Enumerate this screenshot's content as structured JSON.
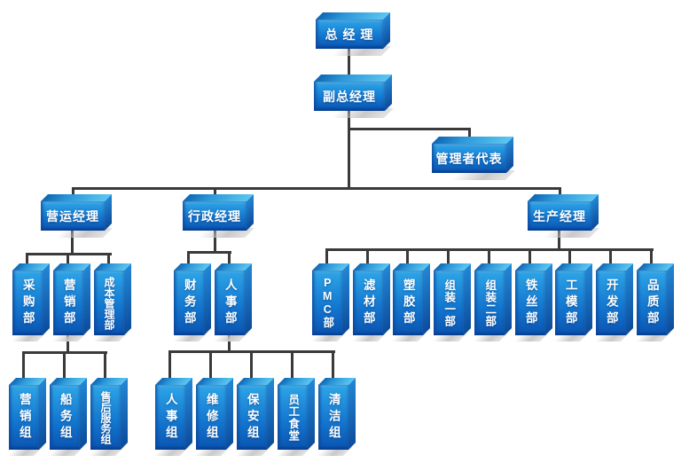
{
  "chart_type": "org-chart",
  "colors": {
    "background": "#ffffff",
    "box_face_top": "#2ea6e8",
    "box_face_bottom": "#0a53b0",
    "box_top_face_highlight": "#5cc6f0",
    "box_side_face": "#0c4c9c",
    "connector_line": "#3a3a3a",
    "label_text": "#ffffff",
    "shadow": "#c9c9c9"
  },
  "nodes": {
    "gm": {
      "label": "总 经 理"
    },
    "dgm": {
      "label": "副总经理"
    },
    "rep": {
      "label": "管理者代表"
    },
    "ops": {
      "label": "营运经理"
    },
    "admin": {
      "label": "行政经理"
    },
    "prod": {
      "label": "生产经理"
    },
    "purchasing": {
      "label": "采购部"
    },
    "marketing": {
      "label": "营销部"
    },
    "cost": {
      "label": "成本管理部"
    },
    "finance": {
      "label": "财务部"
    },
    "hr": {
      "label": "人事部"
    },
    "pmc": {
      "label": "PMC部"
    },
    "filter": {
      "label": "滤材部"
    },
    "plastic": {
      "label": "塑胶部"
    },
    "assembly1": {
      "label": "组装一部"
    },
    "assembly2": {
      "label": "组装二部"
    },
    "wire": {
      "label": "铁丝部"
    },
    "mold": {
      "label": "工模部"
    },
    "dev": {
      "label": "开发部"
    },
    "quality": {
      "label": "品质部"
    },
    "marketing_group": {
      "label": "营销组"
    },
    "shipping_group": {
      "label": "船务组"
    },
    "aftersales_group": {
      "label": "售后服务组"
    },
    "hr_group": {
      "label": "人事组"
    },
    "maintenance_group": {
      "label": "维修组"
    },
    "security_group": {
      "label": "保安组"
    },
    "canteen": {
      "label": "员工食堂"
    },
    "cleaning_group": {
      "label": "清洁组"
    }
  },
  "edges": {
    "gm": [
      "dgm"
    ],
    "dgm": [
      "rep",
      "ops",
      "admin",
      "prod"
    ],
    "ops": [
      "purchasing",
      "marketing",
      "cost"
    ],
    "marketing": [
      "marketing_group",
      "shipping_group",
      "aftersales_group"
    ],
    "admin": [
      "finance",
      "hr"
    ],
    "hr": [
      "hr_group",
      "maintenance_group",
      "security_group",
      "canteen",
      "cleaning_group"
    ],
    "prod": [
      "pmc",
      "filter",
      "plastic",
      "assembly1",
      "assembly2",
      "wire",
      "mold",
      "dev",
      "quality"
    ]
  }
}
